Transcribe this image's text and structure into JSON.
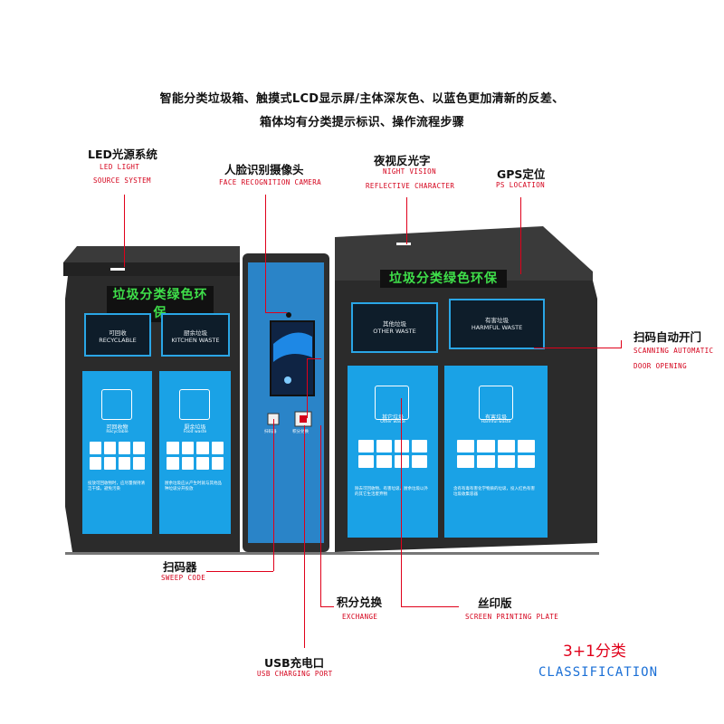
{
  "intro": {
    "line1": "智能分类垃圾箱、触摸式LCD显示屏/主体深灰色、以蓝色更加清新的反差、",
    "line2": "箱体均有分类提示标识、操作流程步骤"
  },
  "callouts": {
    "led": {
      "cn": "LED光源系统",
      "en1": "LED LIGHT",
      "en2": "SOURCE SYSTEM"
    },
    "face": {
      "cn": "人脸识别摄像头",
      "en": "FACE RECOGNITION CAMERA"
    },
    "night": {
      "cn": "夜视反光字",
      "en1": "NIGHT VISION",
      "en2": "REFLECTIVE CHARACTER"
    },
    "gps": {
      "cn": "GPS定位",
      "en": "PS LOCATION"
    },
    "scan_door": {
      "cn": "扫码自动开门",
      "en1": "SCANNING AUTOMATIC",
      "en2": "DOOR OPENING"
    },
    "sweep": {
      "cn": "扫码器",
      "en": "SWEEP CODE"
    },
    "exchange": {
      "cn": "积分兑换",
      "en": "EXCHANGE"
    },
    "screen_print": {
      "cn": "丝印版",
      "en": "SCREEN PRINTING PLATE"
    },
    "usb": {
      "cn": "USB充电口",
      "en": "USB CHARGING PORT"
    }
  },
  "classification": {
    "cn": "3+1分类",
    "en": "CLASSIFICATION"
  },
  "machine": {
    "left_lcd": "垃圾分类绿色环保",
    "right_lcd": "垃圾分类绿色环保",
    "slots": [
      {
        "cn": "可回收",
        "en": "RECYCLABLE"
      },
      {
        "cn": "厨余垃圾",
        "en": "KITCHEN WASTE"
      },
      {
        "cn": "其他垃圾",
        "en": "OTHER WASTE"
      },
      {
        "cn": "有害垃圾",
        "en": "HARMFUL WASTE"
      }
    ],
    "doors": [
      {
        "cn": "可回收物",
        "en": "Recyclable",
        "text": "投放可回收物时，应尽量保持清洁干燥，避免污染"
      },
      {
        "cn": "厨余垃圾",
        "en": "Food waste",
        "text": "厨余垃圾应从产生时就与其他品种垃圾分开投放"
      },
      {
        "cn": "其它垃圾",
        "en": "Other waste",
        "text": "除去可回收物、有害垃圾、厨余垃圾以外的其它生活废弃物"
      },
      {
        "cn": "有害垃圾",
        "en": "Harmful waste",
        "text": "含有有毒有害化学物质的垃圾，投入红色有害垃圾收集容器"
      }
    ],
    "center_labels": {
      "scan": "扫码器",
      "exchange": "积分兑换"
    }
  },
  "colors": {
    "accent_red": "#e0001a",
    "cabinet": "#2b2b2b",
    "door_blue": "#1aa2e6",
    "lcd_green": "#3fe04a",
    "classification_blue": "#1a6fd6"
  }
}
